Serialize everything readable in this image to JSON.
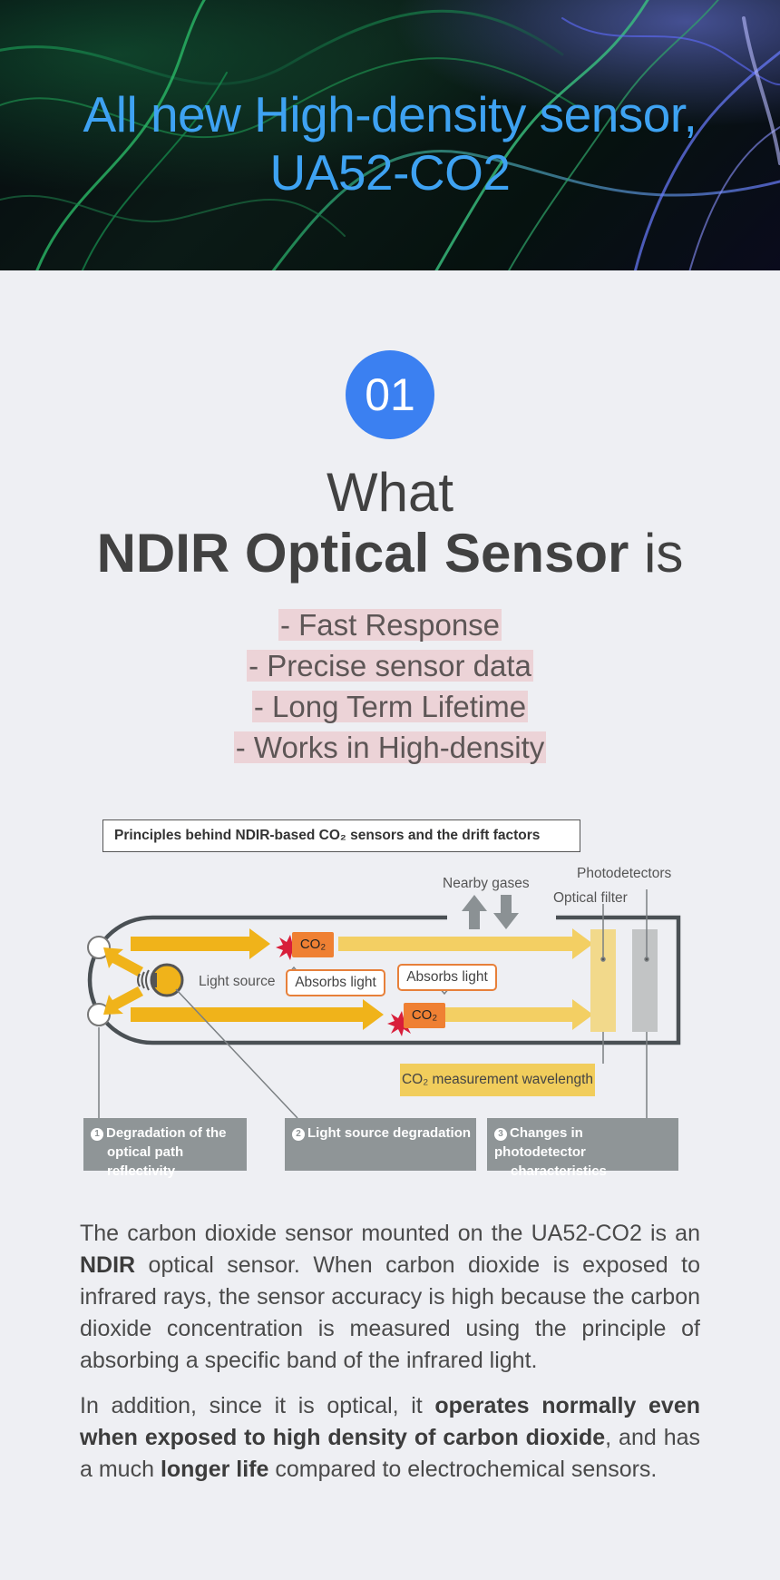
{
  "hero": {
    "title_line1": "All new High-density sensor,",
    "title_line2": "UA52-CO2",
    "title_color": "#3ea2f2"
  },
  "section": {
    "number": "01",
    "badge_color": "#3b80f1",
    "heading_line1": "What",
    "heading_line2_bold": "NDIR Optical Sensor",
    "heading_line2_rest": " is",
    "features": [
      "- Fast Response",
      "- Precise sensor data",
      "- Long Term Lifetime",
      "- Works in High-density"
    ],
    "feature_highlight_color": "#ecd3d7"
  },
  "diagram": {
    "title": "Principles behind NDIR-based CO₂ sensors and the drift factors",
    "nearby_gases": "Nearby gases",
    "photodetectors": "Photodetectors",
    "optical_filter": "Optical filter",
    "light_source": "Light source",
    "co2_label": "CO₂",
    "absorbs_light": "Absorbs light",
    "wavelength": "CO₂ measurement wavelength",
    "factors": [
      {
        "num": "1",
        "line1": "Degradation of the",
        "line2": "optical path reflectivity"
      },
      {
        "num": "2",
        "line1": "Light source degradation",
        "line2": ""
      },
      {
        "num": "3",
        "line1": "Changes in photodetector",
        "line2": "characteristics"
      }
    ],
    "colors": {
      "arrow": "#f0b31a",
      "arrow_faded": "#f3cf63",
      "co2_box": "#ef8033",
      "factor_box": "#8f9597",
      "star": "#d81e3a"
    }
  },
  "body": {
    "p1_a": "The carbon dioxide sensor mounted on the UA52-CO2 is an ",
    "p1_bold": "NDIR",
    "p1_b": " optical sensor. When carbon dioxide is exposed to infrared rays, the sensor accuracy is high because the carbon dioxide concentration is measured using the principle of absorbing a specific band of the infrared light.",
    "p2_a": "In addition, since it is optical, it ",
    "p2_bold1": "operates normally even when exposed to high density of carbon dioxide",
    "p2_b": ", and has a much ",
    "p2_bold2": "longer life",
    "p2_c": " compared to electrochemical sensors."
  }
}
